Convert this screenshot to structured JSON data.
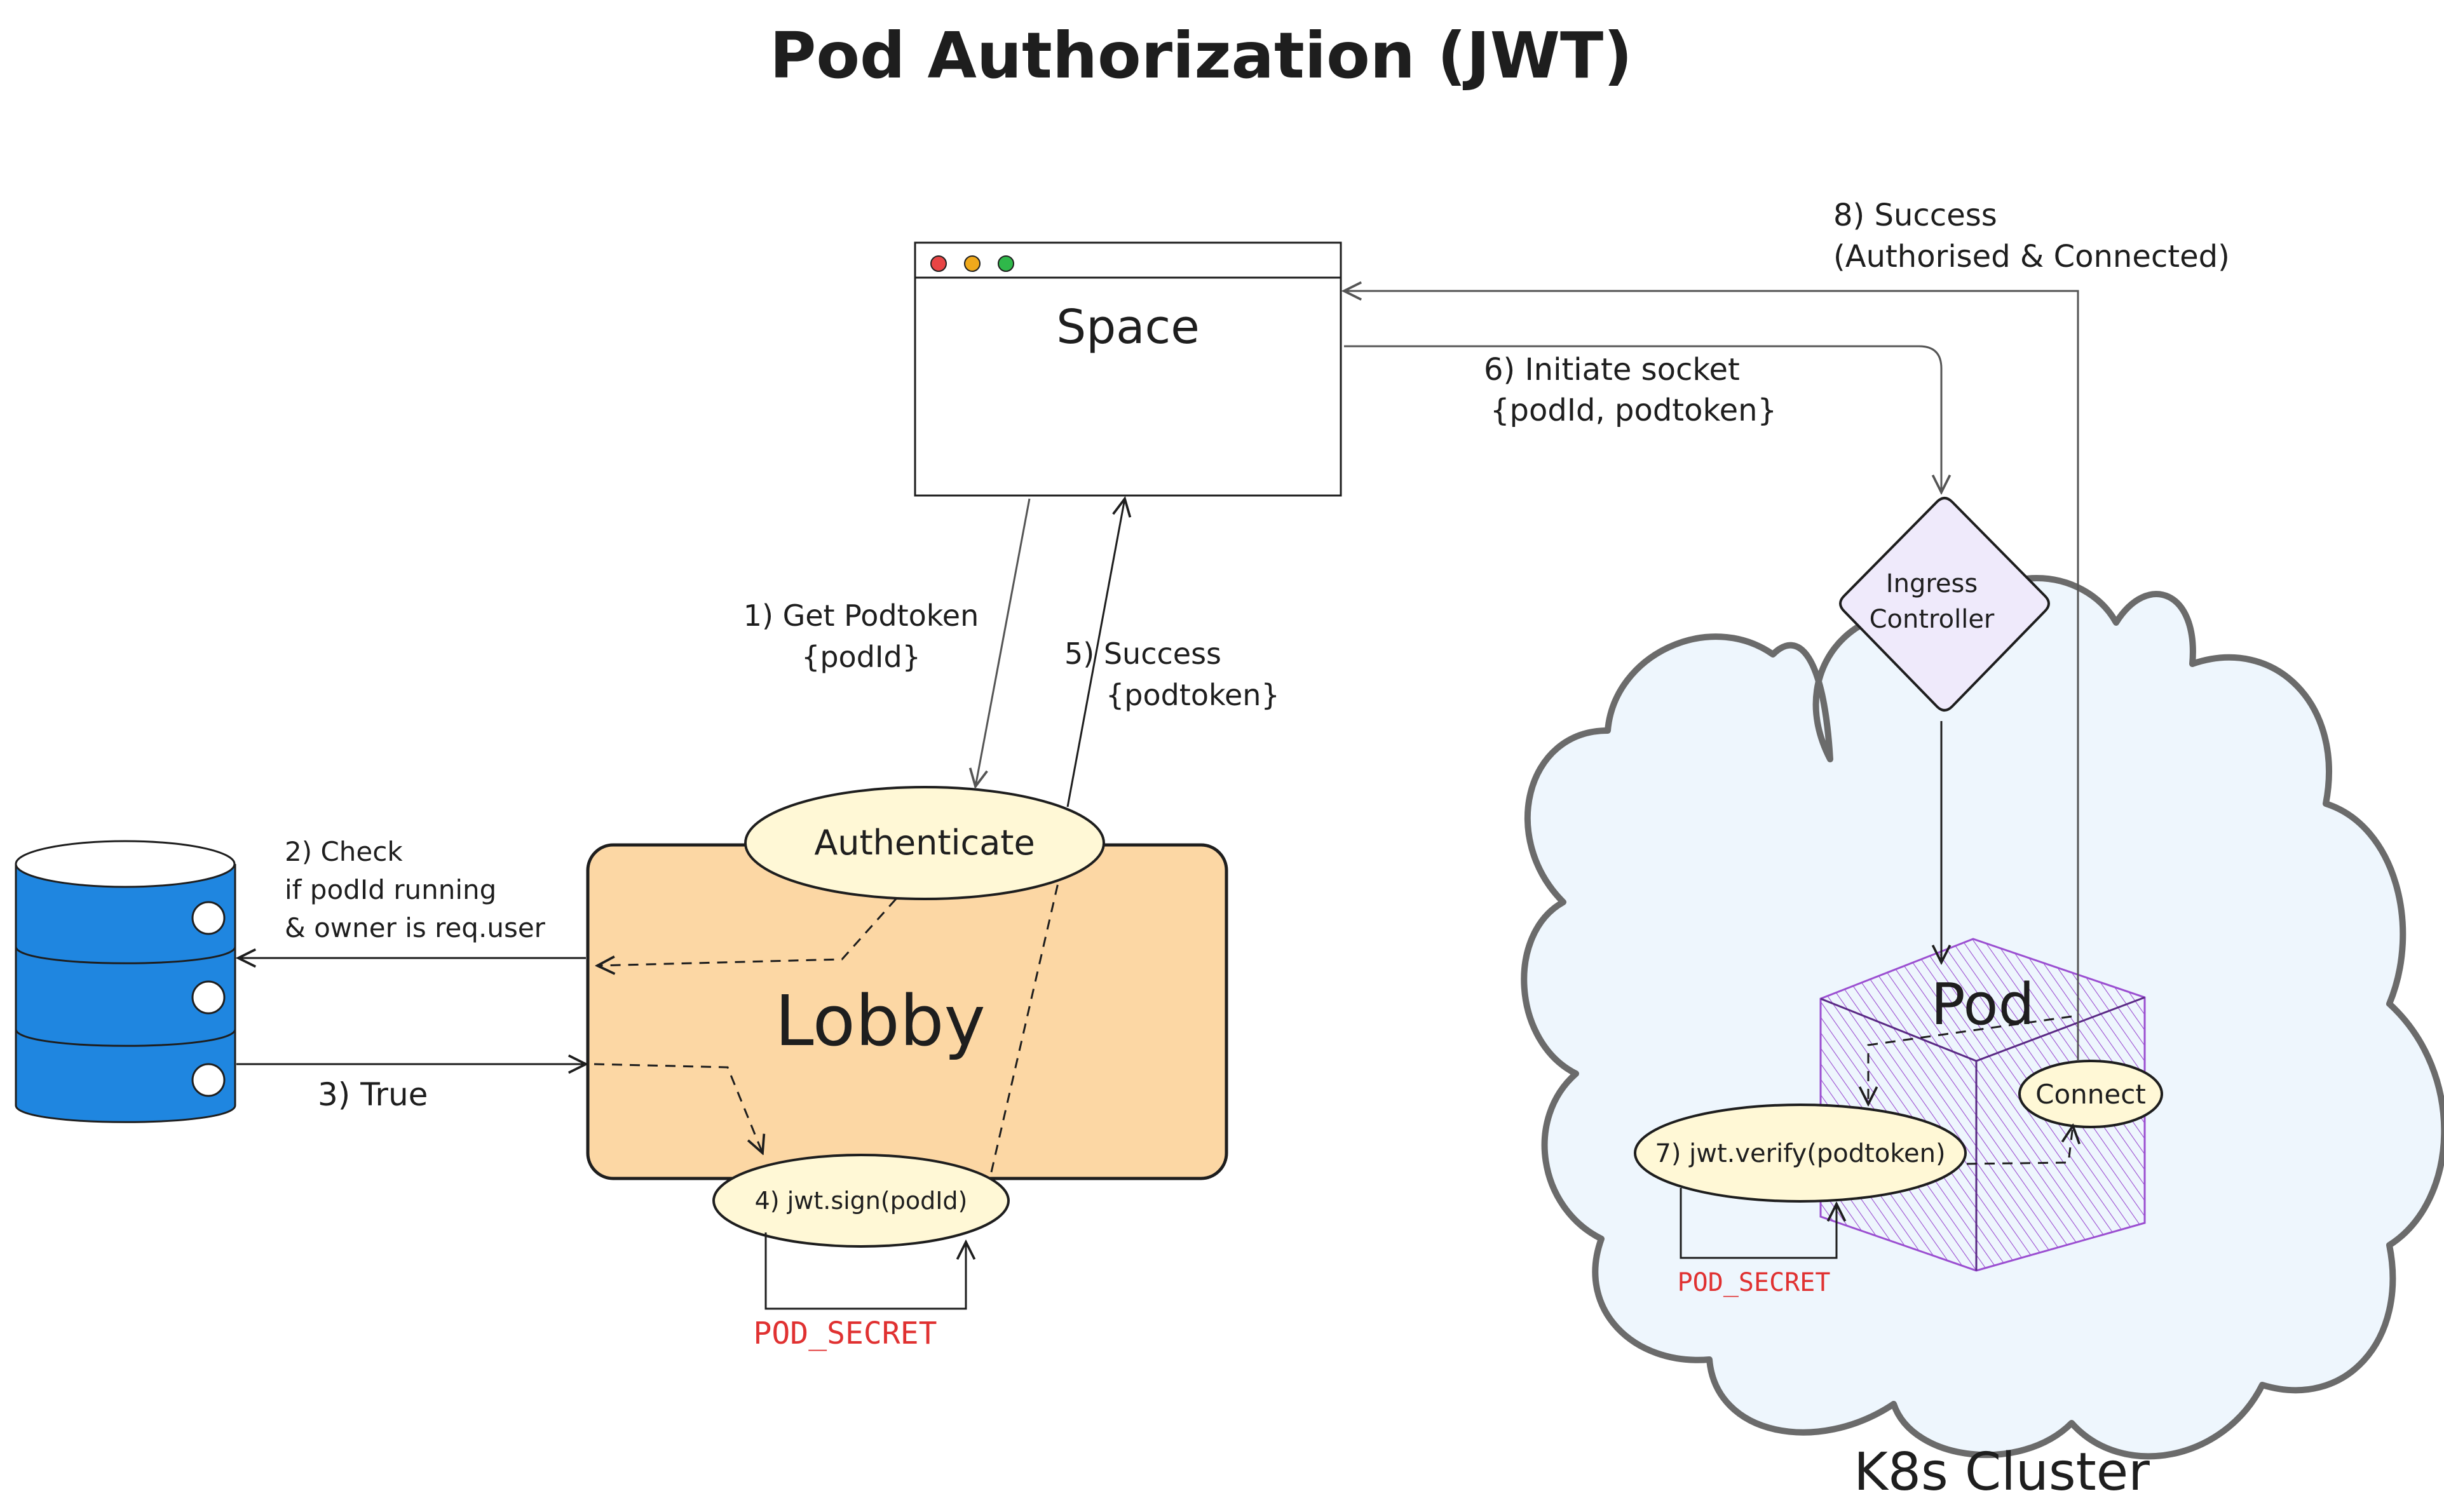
{
  "title": "Pod Authorization (JWT)",
  "nodes": {
    "space": "Space",
    "lobby": "Lobby",
    "authenticate": "Authenticate",
    "jwt_sign": "4) jwt.sign(podId)",
    "ingress_line1": "Ingress",
    "ingress_line2": "Controller",
    "pod": "Pod",
    "connect": "Connect",
    "jwt_verify": "7) jwt.verify(podtoken)",
    "cluster": "K8s Cluster"
  },
  "secrets": {
    "lobby_secret": "POD_SECRET",
    "pod_secret": "POD_SECRET"
  },
  "steps": {
    "s1_line1": "1) Get Podtoken",
    "s1_line2": "{podId}",
    "s2_line1": "2) Check",
    "s2_line2": "if podId running",
    "s2_line3": "& owner is req.user",
    "s3": "3) True",
    "s5_line1": "5) Success",
    "s5_line2": "{podtoken}",
    "s6_line1": "6) Initiate socket",
    "s6_line2": "{podId, podtoken}",
    "s8_line1": "8) Success",
    "s8_line2": "(Authorised & Connected)"
  },
  "colors": {
    "text": "#1e1e1e",
    "lobby_fill": "#fcd7a4",
    "ellipse_fill": "#fff8d6",
    "cluster_fill": "#eef6fd",
    "cluster_stroke": "#6b6b6b",
    "ingress_fill": "#efeafb",
    "pod_hatch": "#9b4fd1",
    "database_fill": "#1f86e0",
    "secret_red": "#e03131",
    "dot_red": "#e84545",
    "dot_yellow": "#f0a91b",
    "dot_green": "#2fb84a"
  }
}
